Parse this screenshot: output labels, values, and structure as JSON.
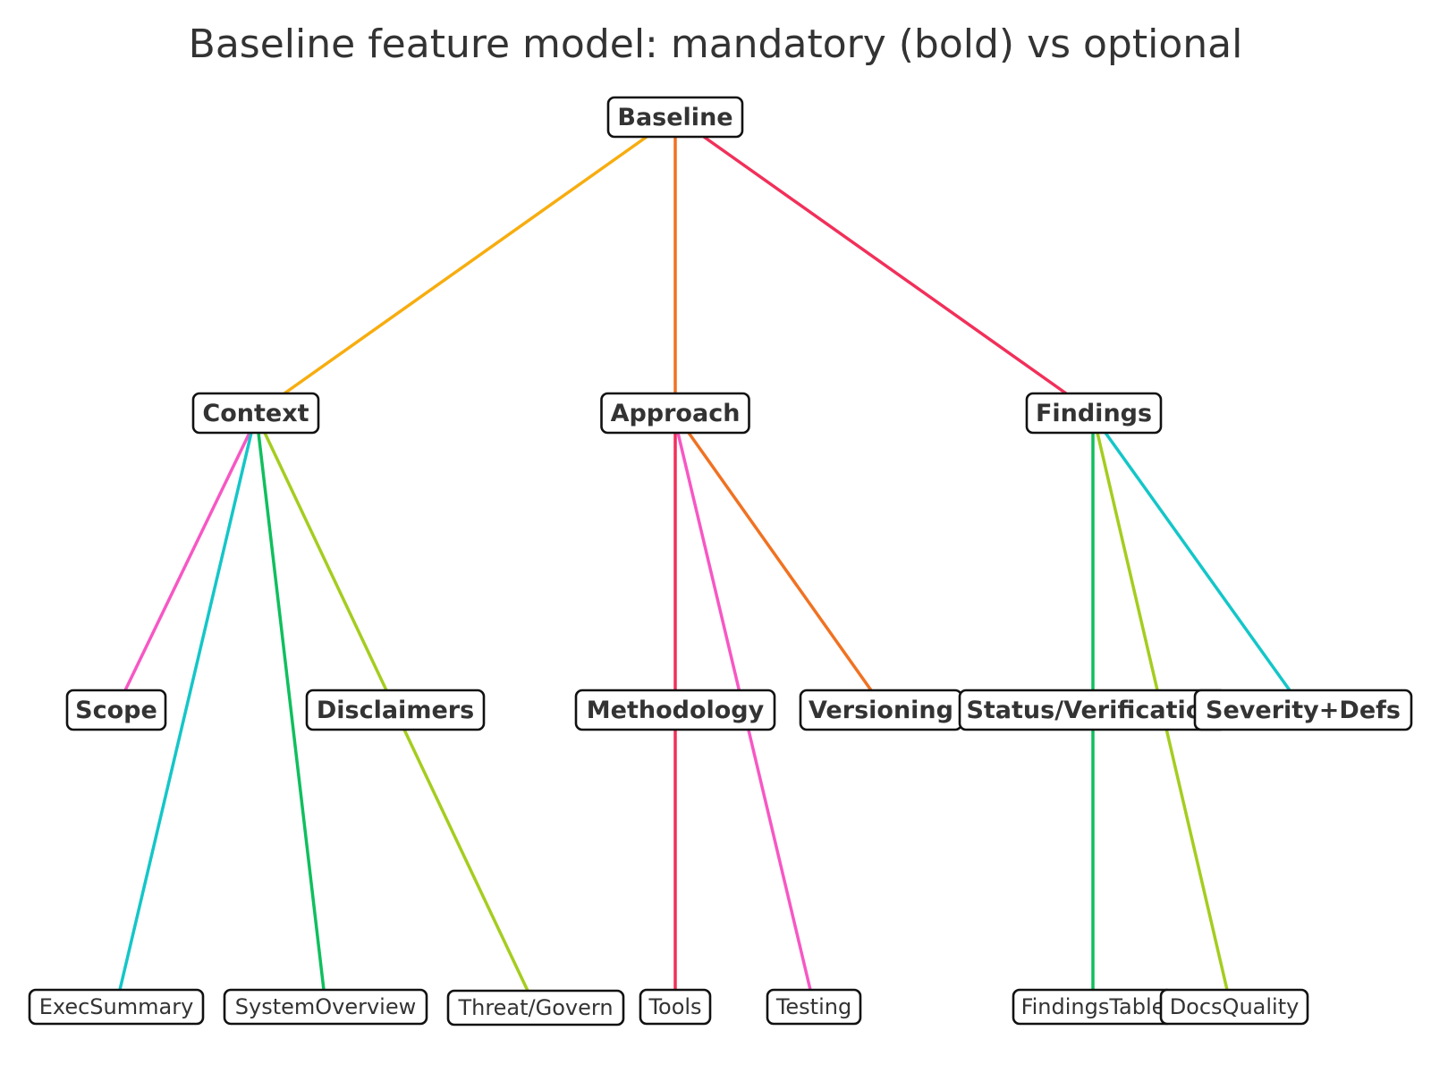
{
  "title": "Baseline feature model: mandatory (bold) vs optional",
  "nodes": [
    {
      "id": "baseline",
      "label": "Baseline",
      "mandatory": true
    },
    {
      "id": "context",
      "label": "Context",
      "mandatory": true
    },
    {
      "id": "approach",
      "label": "Approach",
      "mandatory": true
    },
    {
      "id": "findings",
      "label": "Findings",
      "mandatory": true
    },
    {
      "id": "scope",
      "label": "Scope",
      "mandatory": true
    },
    {
      "id": "disclaimers",
      "label": "Disclaimers",
      "mandatory": true
    },
    {
      "id": "methodology",
      "label": "Methodology",
      "mandatory": true
    },
    {
      "id": "versioning",
      "label": "Versioning",
      "mandatory": true
    },
    {
      "id": "status",
      "label": "Status/Verification",
      "mandatory": true
    },
    {
      "id": "severity",
      "label": "Severity+Defs",
      "mandatory": true
    },
    {
      "id": "execsummary",
      "label": "ExecSummary",
      "mandatory": false
    },
    {
      "id": "systemoverview",
      "label": "SystemOverview",
      "mandatory": false
    },
    {
      "id": "threat",
      "label": "Threat/Govern",
      "mandatory": false
    },
    {
      "id": "tools",
      "label": "Tools",
      "mandatory": false
    },
    {
      "id": "testing",
      "label": "Testing",
      "mandatory": false
    },
    {
      "id": "findingstable",
      "label": "FindingsTable",
      "mandatory": false
    },
    {
      "id": "docsquality",
      "label": "DocsQuality",
      "mandatory": false
    }
  ],
  "edges": [
    {
      "from": "baseline",
      "to": "context",
      "color": "#f7ad0f"
    },
    {
      "from": "baseline",
      "to": "approach",
      "color": "#f07222"
    },
    {
      "from": "baseline",
      "to": "findings",
      "color": "#f1305a"
    },
    {
      "from": "context",
      "to": "scope",
      "color": "#f757c4"
    },
    {
      "from": "context",
      "to": "execsummary",
      "color": "#14c6c8"
    },
    {
      "from": "context",
      "to": "systemoverview",
      "color": "#0fbf5e"
    },
    {
      "from": "context",
      "to": "disclaimers",
      "color": "#a4cd1f"
    },
    {
      "from": "disclaimers",
      "to": "threat",
      "color": "#a4cd1f"
    },
    {
      "from": "approach",
      "to": "methodology",
      "color": "#f1305a"
    },
    {
      "from": "approach",
      "to": "testing",
      "color": "#f757c4"
    },
    {
      "from": "approach",
      "to": "versioning",
      "color": "#f07222"
    },
    {
      "from": "methodology",
      "to": "tools",
      "color": "#f1305a"
    },
    {
      "from": "findings",
      "to": "status",
      "color": "#0fbf5e"
    },
    {
      "from": "findings",
      "to": "docsquality",
      "color": "#a4cd1f"
    },
    {
      "from": "findings",
      "to": "severity",
      "color": "#14c6c8"
    },
    {
      "from": "status",
      "to": "findingstable",
      "color": "#0fbf5e"
    }
  ]
}
